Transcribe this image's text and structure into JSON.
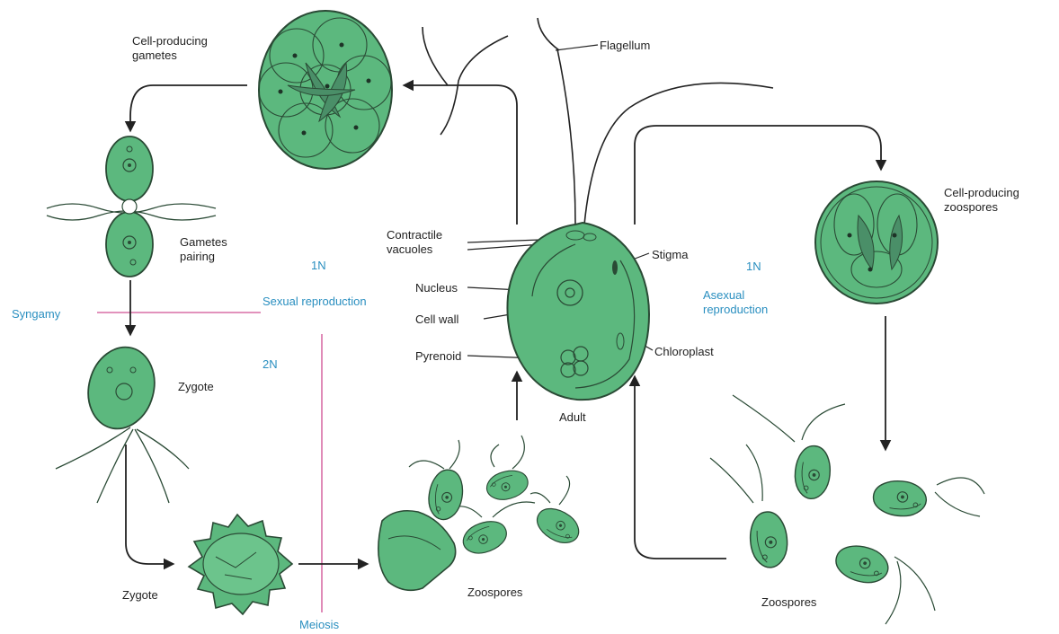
{
  "labels": {
    "flagellum": "Flagellum",
    "cell_producing_gametes": "Cell-producing gametes",
    "gametes_pairing": "Gametes pairing",
    "syngamy": "Syngamy",
    "zygote_top": "Zygote",
    "zygote_bottom": "Zygote",
    "meiosis": "Meiosis",
    "n1_left": "1N",
    "n2": "2N",
    "sexual_reproduction": "Sexual reproduction",
    "contractile_vacuoles": "Contractile vacuoles",
    "nucleus": "Nucleus",
    "cell_wall": "Cell wall",
    "pyrenoid": "Pyrenoid",
    "adult": "Adult",
    "stigma": "Stigma",
    "chloroplast": "Chloroplast",
    "n1_right": "1N",
    "asexual_reproduction": "Asexual reproduction",
    "cell_producing_zoospores": "Cell-producing zoospores",
    "zoospores_middle": "Zoospores",
    "zoospores_right": "Zoospores"
  },
  "colors": {
    "cell_fill": "#5cb87e",
    "cell_outline": "#2a4a35",
    "divider_line": "#d86ea6",
    "phase_text": "#2a8fc0"
  }
}
